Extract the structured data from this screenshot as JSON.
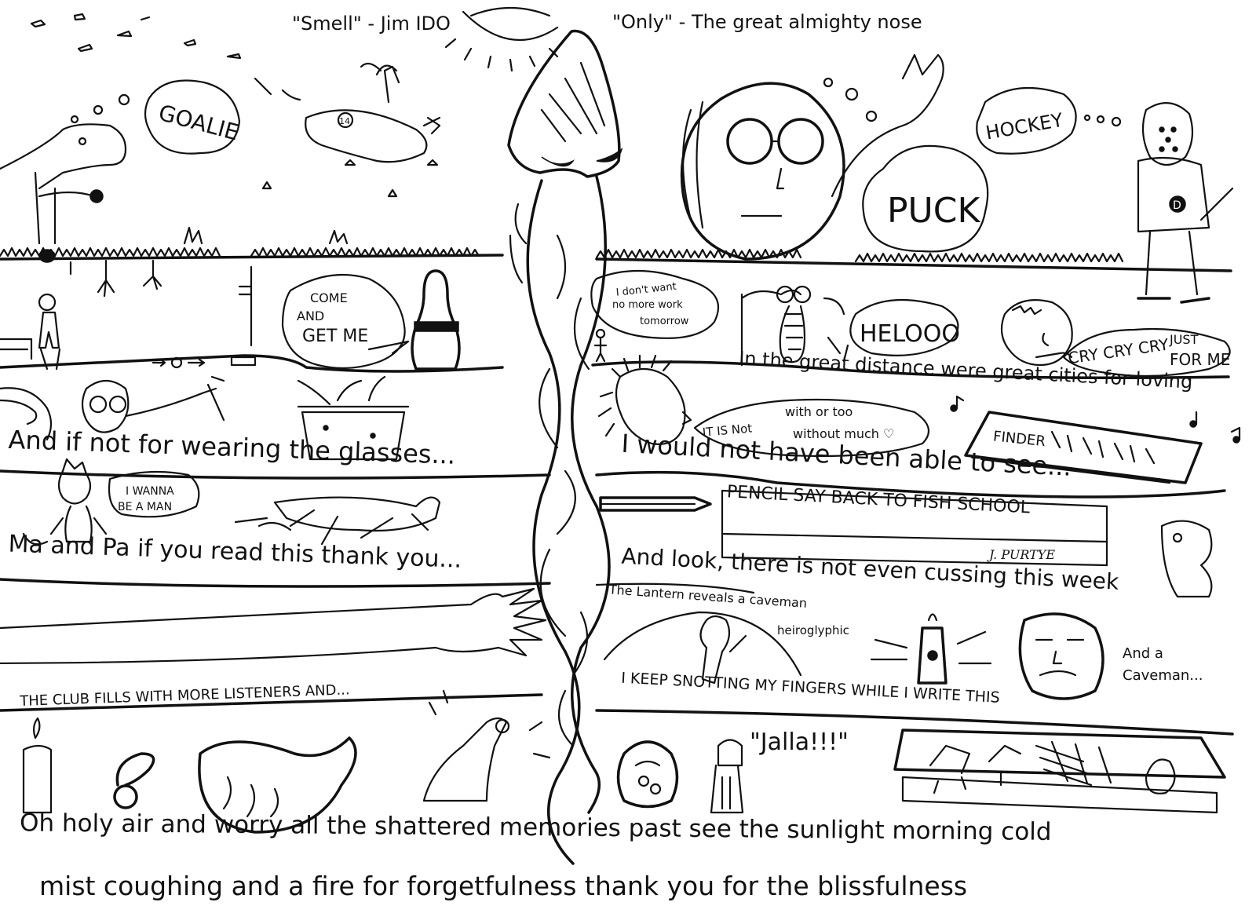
{
  "quotes": {
    "left": "\"Smell\" - Jim IDO",
    "right": "\"Only\" - The great almighty nose"
  },
  "bubbles": {
    "goalie": "GOALIE",
    "hockey": "HOCKEY",
    "puck": "PUCK",
    "come_and_get_me_1": "COME",
    "come_and_get_me_2": "AND",
    "come_and_get_me_3": "GET ME",
    "no_more_work_1": "I don't want",
    "no_more_work_2": "no more work",
    "no_more_work_3": "tomorrow",
    "heloooo": "HELOOO",
    "cry": "CRY CRY CRY",
    "just_for_me_1": "JUST",
    "just_for_me_2": "FOR ME",
    "not_with_1": "with or too",
    "not_with_2": "IT IS Not",
    "not_with_3": "without much ♡",
    "wanna_be_man_1": "I WANNA",
    "wanna_be_man_2": "BE A MAN"
  },
  "lines": {
    "great_cities": "In the great distance were great cities for loving",
    "wearing_glasses": "And if not for wearing the glasses...",
    "able_to_see": "I would not have been able to see...",
    "pencil_say": "PENCIL SAY BACK TO FISH SCHOOL",
    "signature": "J. PURTYE",
    "ma_and_pa": "Ma and Pa if you read this thank you...",
    "not_cussing": "And look, there is not even cussing this week",
    "lantern_1": "The Lantern reveals a caveman",
    "lantern_2": "heiroglyphic",
    "and_a_caveman_1": "And a",
    "and_a_caveman_2": "Caveman...",
    "club_fills": "THE CLUB FILLS WITH MORE LISTENERS AND...",
    "snotting": "I KEEP SNOTTING MY FINGERS WHILE I WRITE THIS",
    "jalla": "\"Jalla!!!\"",
    "holy_air": "Oh holy air and worry all the shattered memories past see the sunlight morning cold",
    "mist_coughing": "mist coughing and a fire for forgetfulness thank you for the blissfulness"
  },
  "labels": {
    "plane_number": "14",
    "jersey_letter": "D",
    "sign_text": "FINDER"
  },
  "colors": {
    "ink": "#111111",
    "paper": "#ffffff"
  }
}
